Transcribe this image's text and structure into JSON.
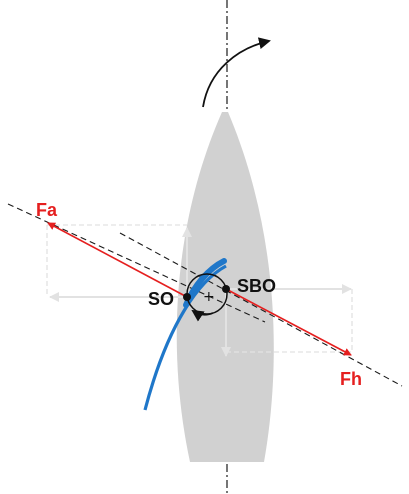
{
  "labels": {
    "fa": "Fa",
    "fh": "Fh",
    "so": "SO",
    "sbo": "SBO"
  },
  "colors": {
    "hull": "#d1d1d1",
    "force_vector": "#e51f1f",
    "sail": "#1f77c9",
    "component_arrow": "#e2e2e2",
    "line": "#1a1a1a"
  }
}
